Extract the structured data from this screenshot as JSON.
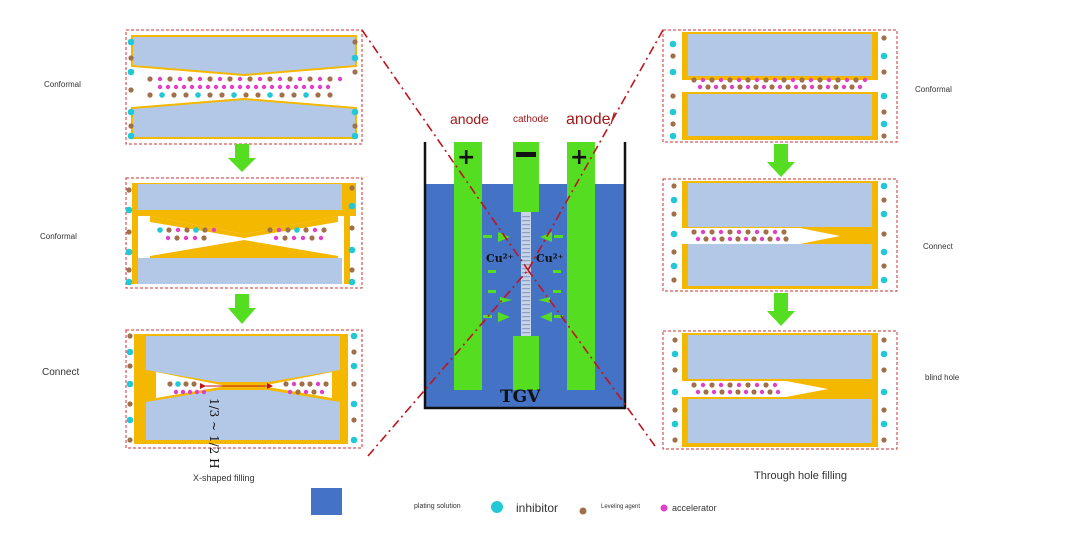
{
  "left_panels": [
    {
      "label": "Conformal"
    },
    {
      "label": "Conformal"
    },
    {
      "label": "Connect"
    }
  ],
  "right_panels": [
    {
      "label": "Conformal"
    },
    {
      "label": "Connect"
    },
    {
      "label": "blind hole"
    }
  ],
  "left_caption": "X-shaped filling",
  "right_caption": "Through hole filling",
  "ratio_text": "1/3 ~ 1/2 H",
  "cell": {
    "anode_left": "anode",
    "cathode": "cathode",
    "anode_right": "anode/",
    "ion_left": "Cu²⁺",
    "ion_right": "Cu²⁺",
    "bath": "TGV",
    "plus_sign": "+",
    "minus_sign": "−"
  },
  "legend": {
    "plating_solution": "plating solution",
    "inhibitor": "inhibitor",
    "leveling_agent": "Leveling agent",
    "accelerator": "accelerator"
  },
  "colors": {
    "glass": "#b3c8e6",
    "copper": "#f5b800",
    "solution": "#4472c4",
    "electrode": "#55dd22",
    "inhibitor": "#22c8d6",
    "leveling": "#a0704a",
    "accelerator": "#e040c8",
    "arrow": "#55dd22",
    "guide": "#c0141c"
  }
}
